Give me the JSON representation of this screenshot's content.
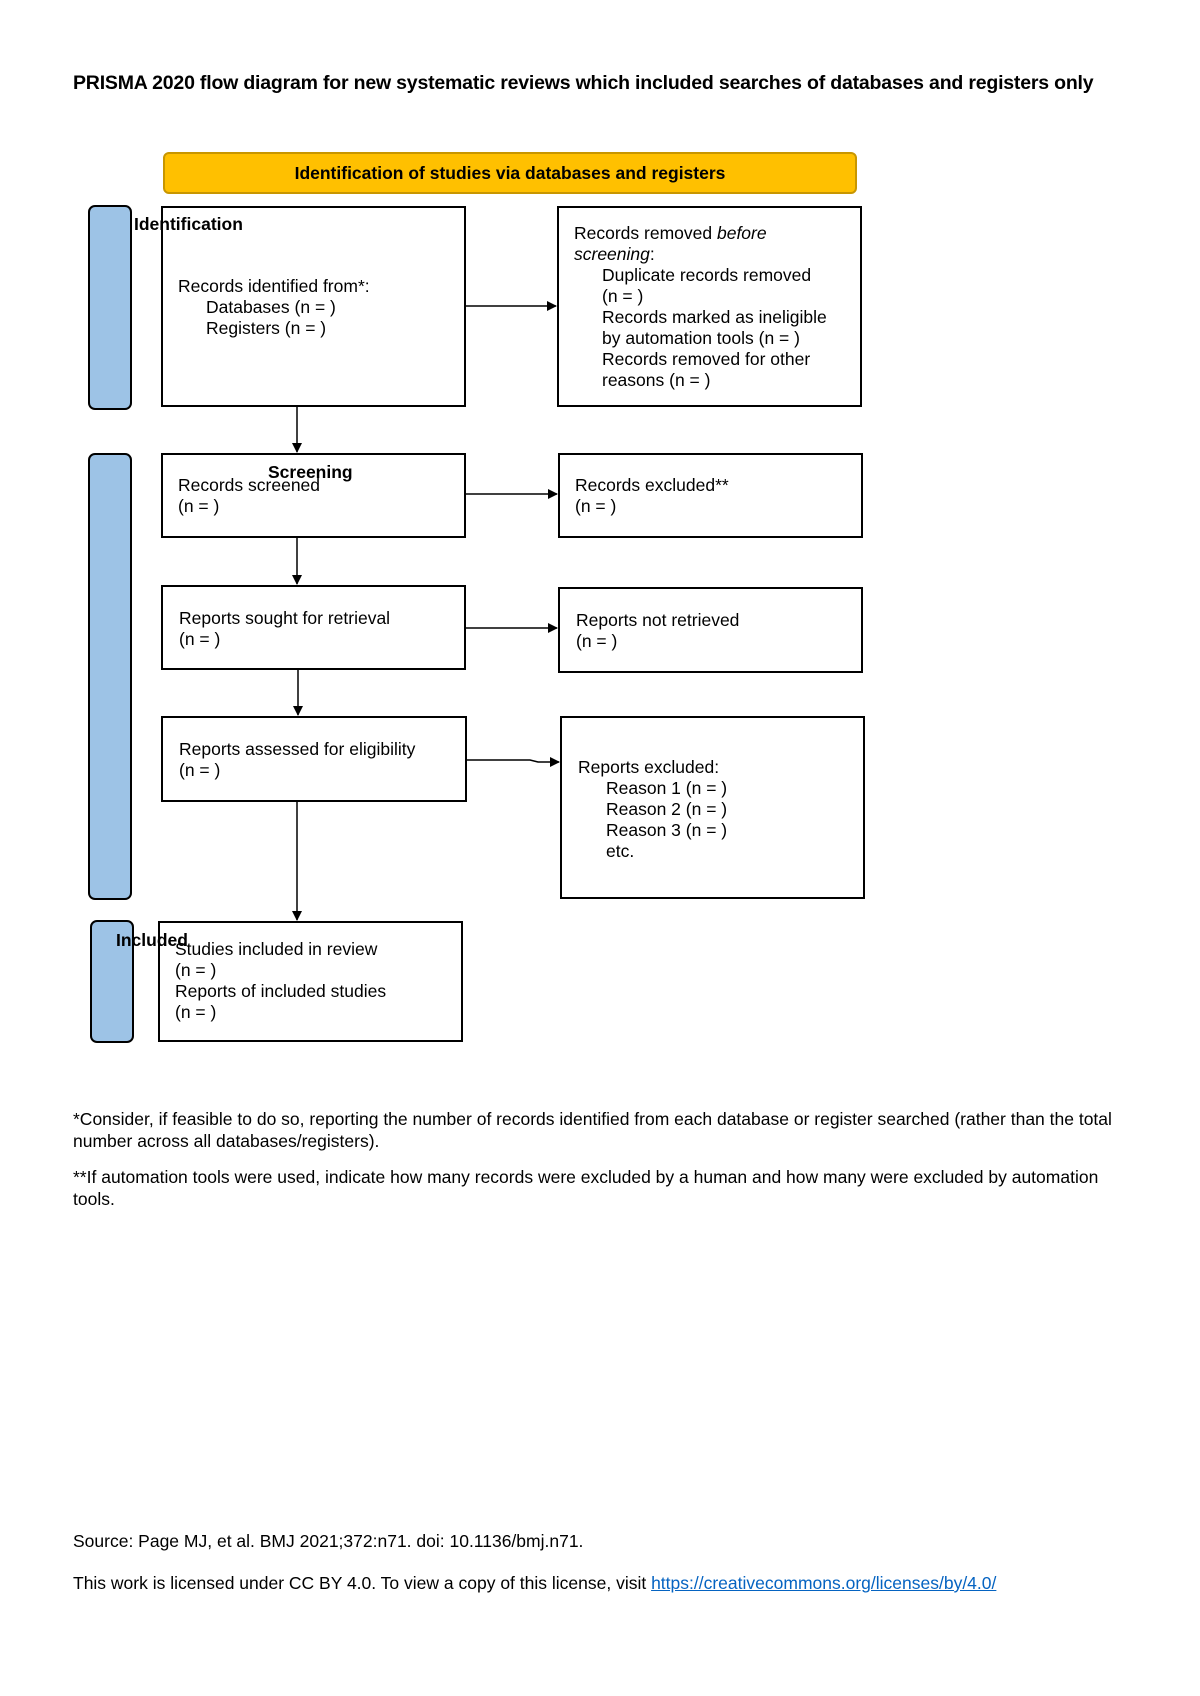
{
  "title": "PRISMA 2020 flow diagram for new systematic reviews which included searches of databases and registers only",
  "banner": "Identification of studies via databases and registers",
  "phases": {
    "identification": "Identification",
    "screening": "Screening",
    "included": "Included"
  },
  "boxes": {
    "records_identified": {
      "line1": "Records identified from*:",
      "line2": "Databases (n = )",
      "line3": "Registers (n = )"
    },
    "records_removed": {
      "line1_a": "Records removed ",
      "line1_b": "before",
      "line1_c": "screening",
      "line1_d": ":",
      "line2": "Duplicate records removed",
      "line3": "(n = )",
      "line4": "Records marked as ineligible",
      "line5": "by automation tools (n = )",
      "line6": "Records removed for other",
      "line7": "reasons (n = )"
    },
    "records_screened": {
      "line1": "Records screened",
      "line2": "(n = )"
    },
    "records_excluded": {
      "line1": "Records excluded**",
      "line2": "(n = )"
    },
    "reports_sought": {
      "line1": "Reports sought for retrieval",
      "line2": "(n = )"
    },
    "reports_not_retrieved": {
      "line1": "Reports not retrieved",
      "line2": "(n = )"
    },
    "reports_assessed": {
      "line1": "Reports assessed for eligibility",
      "line2": "(n = )"
    },
    "reports_excluded": {
      "line1": "Reports excluded:",
      "line2": "Reason 1 (n = )",
      "line3": "Reason 2 (n = )",
      "line4": "Reason 3 (n = )",
      "line5": "etc."
    },
    "studies_included": {
      "line1": "Studies included in review",
      "line2": "(n = )",
      "line3": "Reports of included studies",
      "line4": "(n = )"
    }
  },
  "footnotes": {
    "note1": "*Consider, if feasible to do so, reporting the number of records identified from each database or register searched (rather than the total number across all databases/registers).",
    "note2": "**If automation tools were used, indicate how many records were excluded by a human and how many were excluded by automation tools."
  },
  "source": "Source: Page MJ, et al. BMJ 2021;372:n71. doi: 10.1136/bmj.n71.",
  "license_text": "This work is licensed under CC BY 4.0. To view a copy of this license, visit ",
  "license_link": "https://creativecommons.org/licenses/by/4.0/",
  "colors": {
    "banner": "#FFC000",
    "side_bar": "#9DC3E6",
    "link": "#0563C1"
  }
}
